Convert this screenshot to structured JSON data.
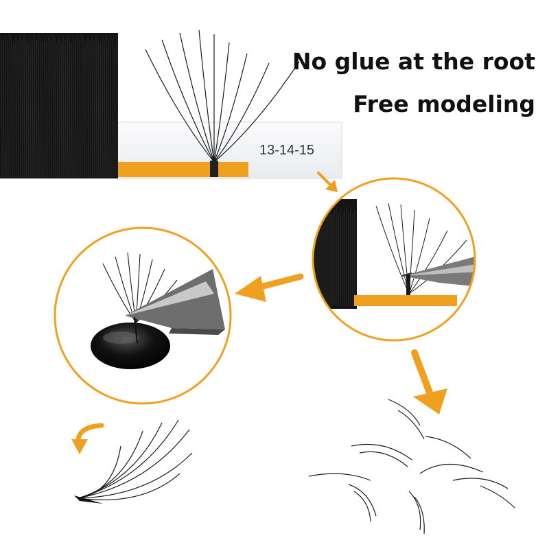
{
  "headline": {
    "line1": "No glue at the root",
    "line2": "Free modeling"
  },
  "strip": {
    "size_label": "13-14-15"
  },
  "colors": {
    "accent_orange": "#f0a020",
    "lash_black": "#111111",
    "strip_white": "#f4f5f7"
  },
  "icons": {
    "arrow_down_small": "arrow-down",
    "arrow_left": "arrow-left",
    "arrow_down_large": "arrow-down",
    "curl_arrow": "curved-arrow"
  }
}
